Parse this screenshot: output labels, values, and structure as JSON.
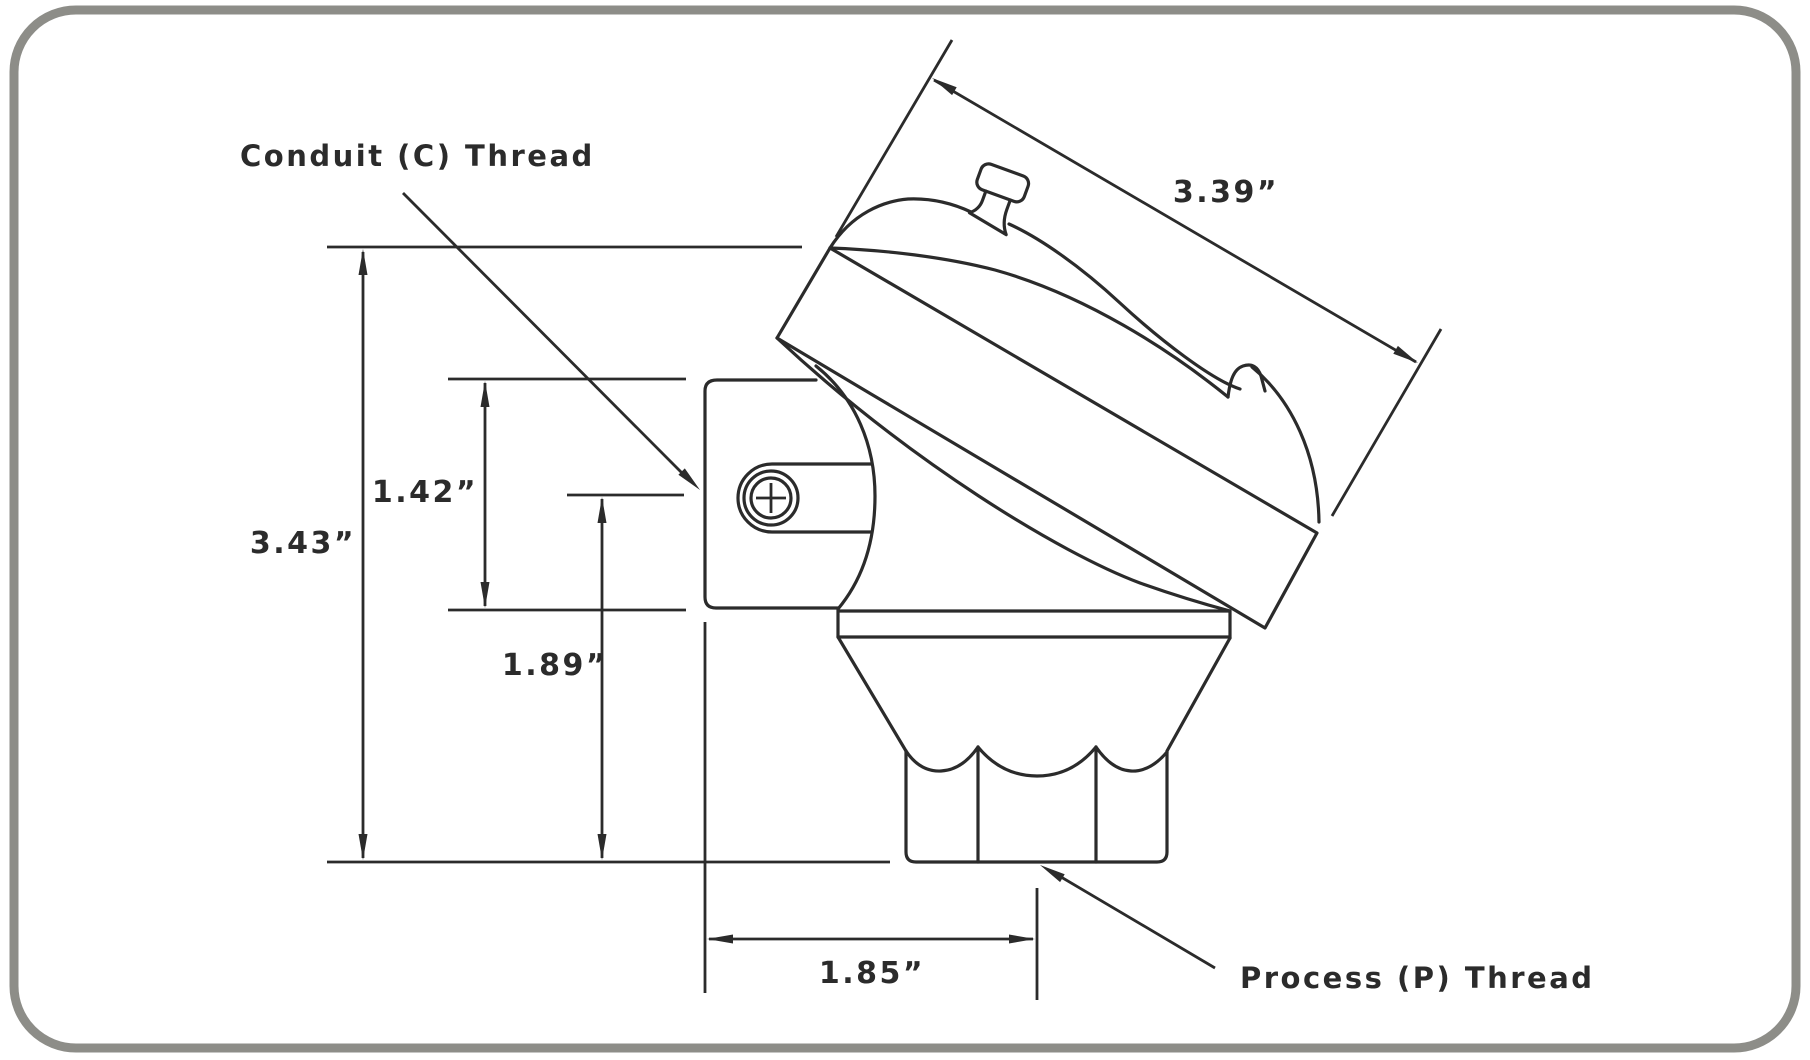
{
  "figure": {
    "type": "technical-dimension-drawing",
    "subject": "sensor connection head side view with conduit and process thread callouts",
    "background": "#ffffff",
    "line_color": "#2b2b2b",
    "frame_color": "#8d8d88",
    "text_color": "#2b2b2b"
  },
  "labels": {
    "conduit": "Conduit (C) Thread",
    "process": "Process (P) Thread"
  },
  "dimensions": {
    "cover_length": "3.39”",
    "overall_height": "3.43”",
    "conduit_housing_height": "1.42”",
    "conduit_centerline_to_base": "1.89”",
    "conduit_face_to_process_centerline": "1.85”"
  }
}
